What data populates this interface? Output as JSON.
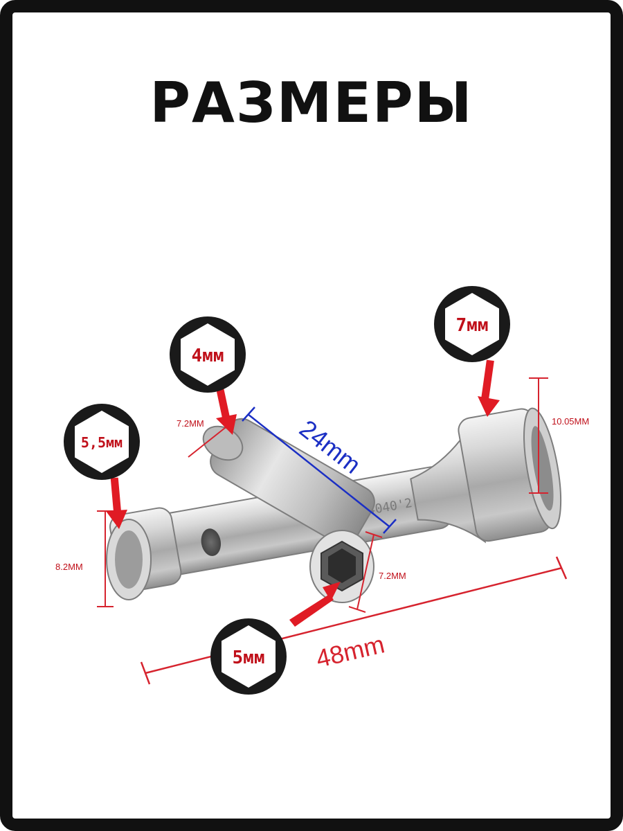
{
  "title": "РАЗМЕРЫ",
  "colors": {
    "frame": "#111111",
    "badge": "#1a1a1a",
    "badge_text": "#c0101a",
    "arrow": "#e01b24",
    "dimension_red": "#d6232e",
    "dimension_blue": "#1b2fc4",
    "metal": "#c9c9c9"
  },
  "badges": {
    "socket_7": "7мм",
    "socket_4": "4мм",
    "socket_5_5": "5,5мм",
    "socket_5": "5мм"
  },
  "dimensions": {
    "top_left": "7.2MM",
    "right": "10.05MM",
    "left": "8.2MM",
    "bottom_right": "7.2MM",
    "cross_length": "24mm",
    "total_length": "48mm"
  },
  "engraving": "04040'2"
}
